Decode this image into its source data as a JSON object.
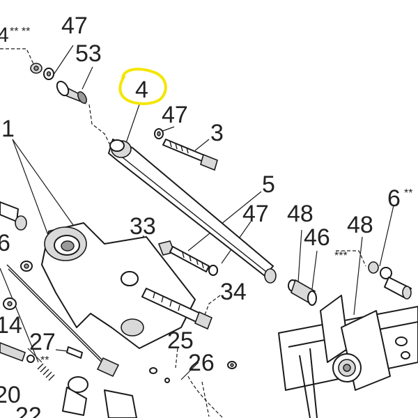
{
  "labels": {
    "l_4_top_left": "4",
    "l_4_stars": "** **",
    "l_47_top": "47",
    "l_53": "53",
    "l_4_highlighted": "4",
    "l_47_mid": "47",
    "l_3": "3",
    "l_1": "1",
    "l_5": "5",
    "l_6_top_right": "6",
    "l_6_stars": "**",
    "l_33": "33",
    "l_47_right": "47",
    "l_48_a": "48",
    "l_48_b": "48",
    "l_46": "46",
    "l_46_stars": "***",
    "l_6_left": "6",
    "l_34": "34",
    "l_14": "14",
    "l_27": "27",
    "l_27_stars": "**",
    "l_25": "25",
    "l_26": "26",
    "l_20": "20",
    "l_22": "22"
  },
  "highlight": {
    "target": "4",
    "color": "#f4e600"
  }
}
